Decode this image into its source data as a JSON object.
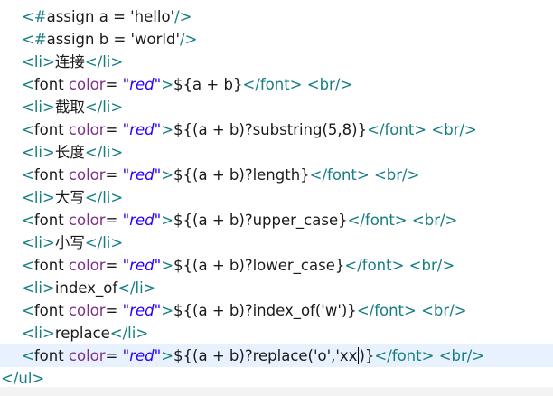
{
  "code_lines": [
    {
      "segments": [
        {
          "c": "tag",
          "t": "<#"
        },
        {
          "c": "el",
          "t": "assign a = 'hello'"
        },
        {
          "c": "tag",
          "t": "/>"
        }
      ]
    },
    {
      "segments": [
        {
          "c": "tag",
          "t": "<#"
        },
        {
          "c": "el",
          "t": "assign b = 'world'"
        },
        {
          "c": "tag",
          "t": "/>"
        }
      ]
    },
    {
      "segments": [
        {
          "c": "tag",
          "t": "<li>"
        },
        {
          "c": "txt",
          "t": "连接"
        },
        {
          "c": "tag",
          "t": "</li>"
        }
      ]
    },
    {
      "segments": [
        {
          "c": "tag",
          "t": "<"
        },
        {
          "c": "el",
          "t": "font "
        },
        {
          "c": "attr",
          "t": "color"
        },
        {
          "c": "el",
          "t": "= "
        },
        {
          "c": "str",
          "t": "\"red\""
        },
        {
          "c": "tag",
          "t": ">"
        },
        {
          "c": "txt",
          "t": "${a + b}"
        },
        {
          "c": "tag",
          "t": "</font>"
        },
        {
          "c": "txt",
          "t": " "
        },
        {
          "c": "tag",
          "t": "<br/>"
        }
      ]
    },
    {
      "segments": [
        {
          "c": "tag",
          "t": "<li>"
        },
        {
          "c": "txt",
          "t": "截取"
        },
        {
          "c": "tag",
          "t": "</li>"
        }
      ]
    },
    {
      "segments": [
        {
          "c": "tag",
          "t": "<"
        },
        {
          "c": "el",
          "t": "font "
        },
        {
          "c": "attr",
          "t": "color"
        },
        {
          "c": "el",
          "t": "= "
        },
        {
          "c": "str",
          "t": "\"red\""
        },
        {
          "c": "tag",
          "t": ">"
        },
        {
          "c": "txt",
          "t": "${(a + b)?substring(5,8)}"
        },
        {
          "c": "tag",
          "t": "</font>"
        },
        {
          "c": "txt",
          "t": " "
        },
        {
          "c": "tag",
          "t": "<br/>"
        }
      ]
    },
    {
      "segments": [
        {
          "c": "tag",
          "t": "<li>"
        },
        {
          "c": "txt",
          "t": "长度"
        },
        {
          "c": "tag",
          "t": "</li>"
        }
      ]
    },
    {
      "segments": [
        {
          "c": "tag",
          "t": "<"
        },
        {
          "c": "el",
          "t": "font "
        },
        {
          "c": "attr",
          "t": "color"
        },
        {
          "c": "el",
          "t": "= "
        },
        {
          "c": "str",
          "t": "\"red\""
        },
        {
          "c": "tag",
          "t": ">"
        },
        {
          "c": "txt",
          "t": "${(a + b)?length}"
        },
        {
          "c": "tag",
          "t": "</font>"
        },
        {
          "c": "txt",
          "t": " "
        },
        {
          "c": "tag",
          "t": "<br/>"
        }
      ]
    },
    {
      "segments": [
        {
          "c": "tag",
          "t": "<li>"
        },
        {
          "c": "txt",
          "t": "大写"
        },
        {
          "c": "tag",
          "t": "</li>"
        }
      ]
    },
    {
      "segments": [
        {
          "c": "tag",
          "t": "<"
        },
        {
          "c": "el",
          "t": "font "
        },
        {
          "c": "attr",
          "t": "color"
        },
        {
          "c": "el",
          "t": "= "
        },
        {
          "c": "str",
          "t": "\"red\""
        },
        {
          "c": "tag",
          "t": ">"
        },
        {
          "c": "txt",
          "t": "${(a + b)?upper_case}"
        },
        {
          "c": "tag",
          "t": "</font>"
        },
        {
          "c": "txt",
          "t": " "
        },
        {
          "c": "tag",
          "t": "<br/>"
        }
      ]
    },
    {
      "segments": [
        {
          "c": "tag",
          "t": "<li>"
        },
        {
          "c": "txt",
          "t": "小写"
        },
        {
          "c": "tag",
          "t": "</li>"
        }
      ]
    },
    {
      "segments": [
        {
          "c": "tag",
          "t": "<"
        },
        {
          "c": "el",
          "t": "font "
        },
        {
          "c": "attr",
          "t": "color"
        },
        {
          "c": "el",
          "t": "= "
        },
        {
          "c": "str",
          "t": "\"red\""
        },
        {
          "c": "tag",
          "t": ">"
        },
        {
          "c": "txt",
          "t": "${(a + b)?lower_case}"
        },
        {
          "c": "tag",
          "t": "</font>"
        },
        {
          "c": "txt",
          "t": " "
        },
        {
          "c": "tag",
          "t": "<br/>"
        }
      ]
    },
    {
      "segments": [
        {
          "c": "tag",
          "t": "<li>"
        },
        {
          "c": "txt",
          "t": "index_of"
        },
        {
          "c": "tag",
          "t": "</li>"
        }
      ]
    },
    {
      "segments": [
        {
          "c": "tag",
          "t": "<"
        },
        {
          "c": "el",
          "t": "font "
        },
        {
          "c": "attr",
          "t": "color"
        },
        {
          "c": "el",
          "t": "= "
        },
        {
          "c": "str",
          "t": "\"red\""
        },
        {
          "c": "tag",
          "t": ">"
        },
        {
          "c": "txt",
          "t": "${(a + b)?index_of('w')}"
        },
        {
          "c": "tag",
          "t": "</font>"
        },
        {
          "c": "txt",
          "t": " "
        },
        {
          "c": "tag",
          "t": "<br/>"
        }
      ]
    },
    {
      "segments": [
        {
          "c": "tag",
          "t": "<li>"
        },
        {
          "c": "txt",
          "t": "replace"
        },
        {
          "c": "tag",
          "t": "</li>"
        }
      ]
    },
    {
      "segments": [
        {
          "c": "tag",
          "t": "<"
        },
        {
          "c": "el",
          "t": "font "
        },
        {
          "c": "attr",
          "t": "color"
        },
        {
          "c": "el",
          "t": "= "
        },
        {
          "c": "str",
          "t": "\"red\""
        },
        {
          "c": "tag",
          "t": ">"
        },
        {
          "c": "txt",
          "t": "${(a + b)?replace('o','xx"
        },
        {
          "c": "caret",
          "t": ""
        },
        {
          "c": "txt",
          "t": ")}"
        },
        {
          "c": "tag",
          "t": "</font>"
        },
        {
          "c": "txt",
          "t": " "
        },
        {
          "c": "tag",
          "t": "<br/>"
        }
      ]
    },
    {
      "segments": [
        {
          "c": "tag",
          "t": "</ul>"
        }
      ]
    }
  ],
  "colors": {
    "tag": "#167d82",
    "attribute": "#7f2d8a",
    "string": "#2a00ff",
    "text": "#1a1a1a",
    "current_line": "#e8f2fe"
  }
}
